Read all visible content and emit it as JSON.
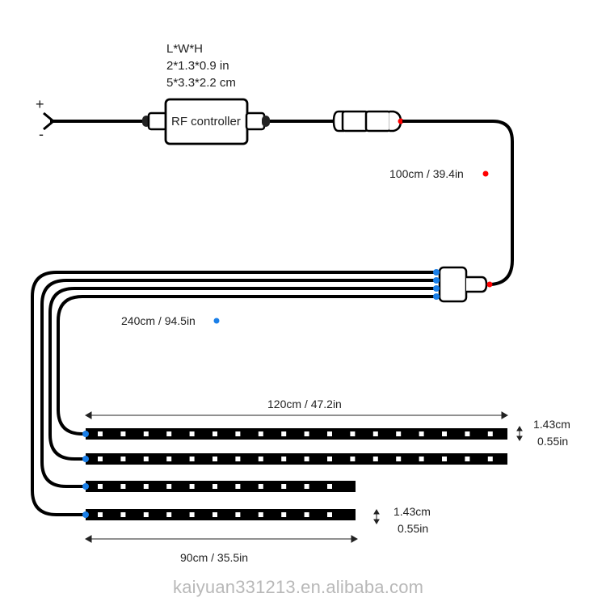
{
  "diagram": {
    "controller": {
      "dimensions_title": "L*W*H",
      "dimensions_in": "2*1.3*0.9 in",
      "dimensions_cm": "5*3.3*2.2 cm",
      "label": "RF controller"
    },
    "power": {
      "plus": "+",
      "minus": "-"
    },
    "cable_main": {
      "length_label": "100cm / 39.4in",
      "marker_color": "#ff0000"
    },
    "cable_branch": {
      "length_label": "240cm / 94.5in",
      "marker_color": "#1a7fe8"
    },
    "strip_long": {
      "length_label": "120cm / 47.2in",
      "width_cm": "1.43cm",
      "width_in": "0.55in",
      "count": 2
    },
    "strip_short": {
      "length_label": "90cm / 35.5in",
      "width_cm": "1.43cm",
      "width_in": "0.55in",
      "count": 2
    },
    "colors": {
      "wire": "#000000",
      "strip": "#000000",
      "led": "#ffffff",
      "red_dot": "#ff0000",
      "blue_dot": "#1a7fe8"
    }
  },
  "watermark": "kaiyuan331213.en.alibaba.com"
}
